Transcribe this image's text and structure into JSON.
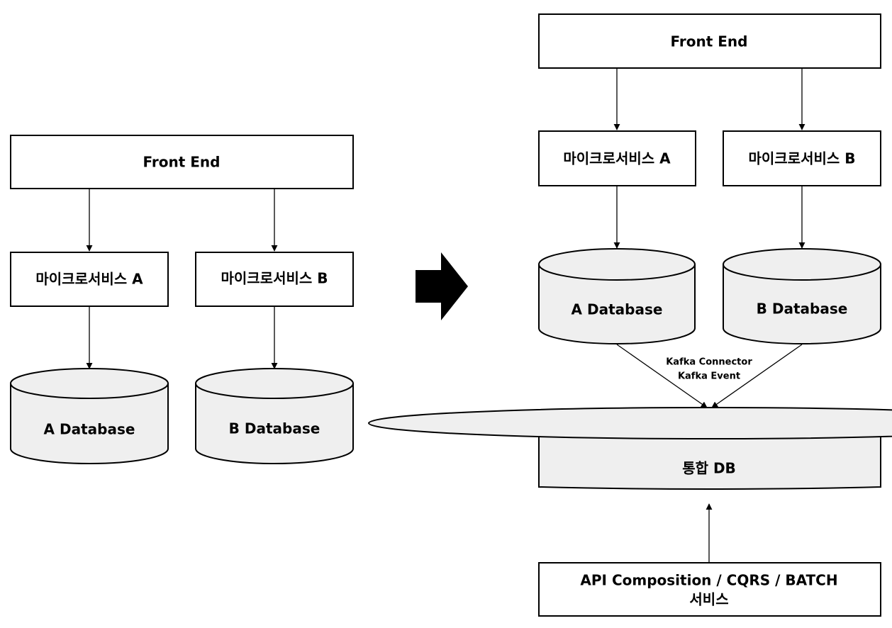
{
  "left": {
    "frontend": "Front End",
    "service_a": "마이크로서비스 A",
    "service_b": "마이크로서비스 B",
    "db_a": "A Database",
    "db_b": "B Database"
  },
  "right": {
    "frontend": "Front End",
    "service_a": "마이크로서비스 A",
    "service_b": "마이크로서비스 B",
    "db_a": "A Database",
    "db_b": "B Database",
    "connector_line1": "Kafka Connector",
    "connector_line2": "Kafka Event",
    "integrated_db": "통합 DB",
    "service_line1": "API Composition / CQRS / BATCH",
    "service_line2": "서비스"
  }
}
